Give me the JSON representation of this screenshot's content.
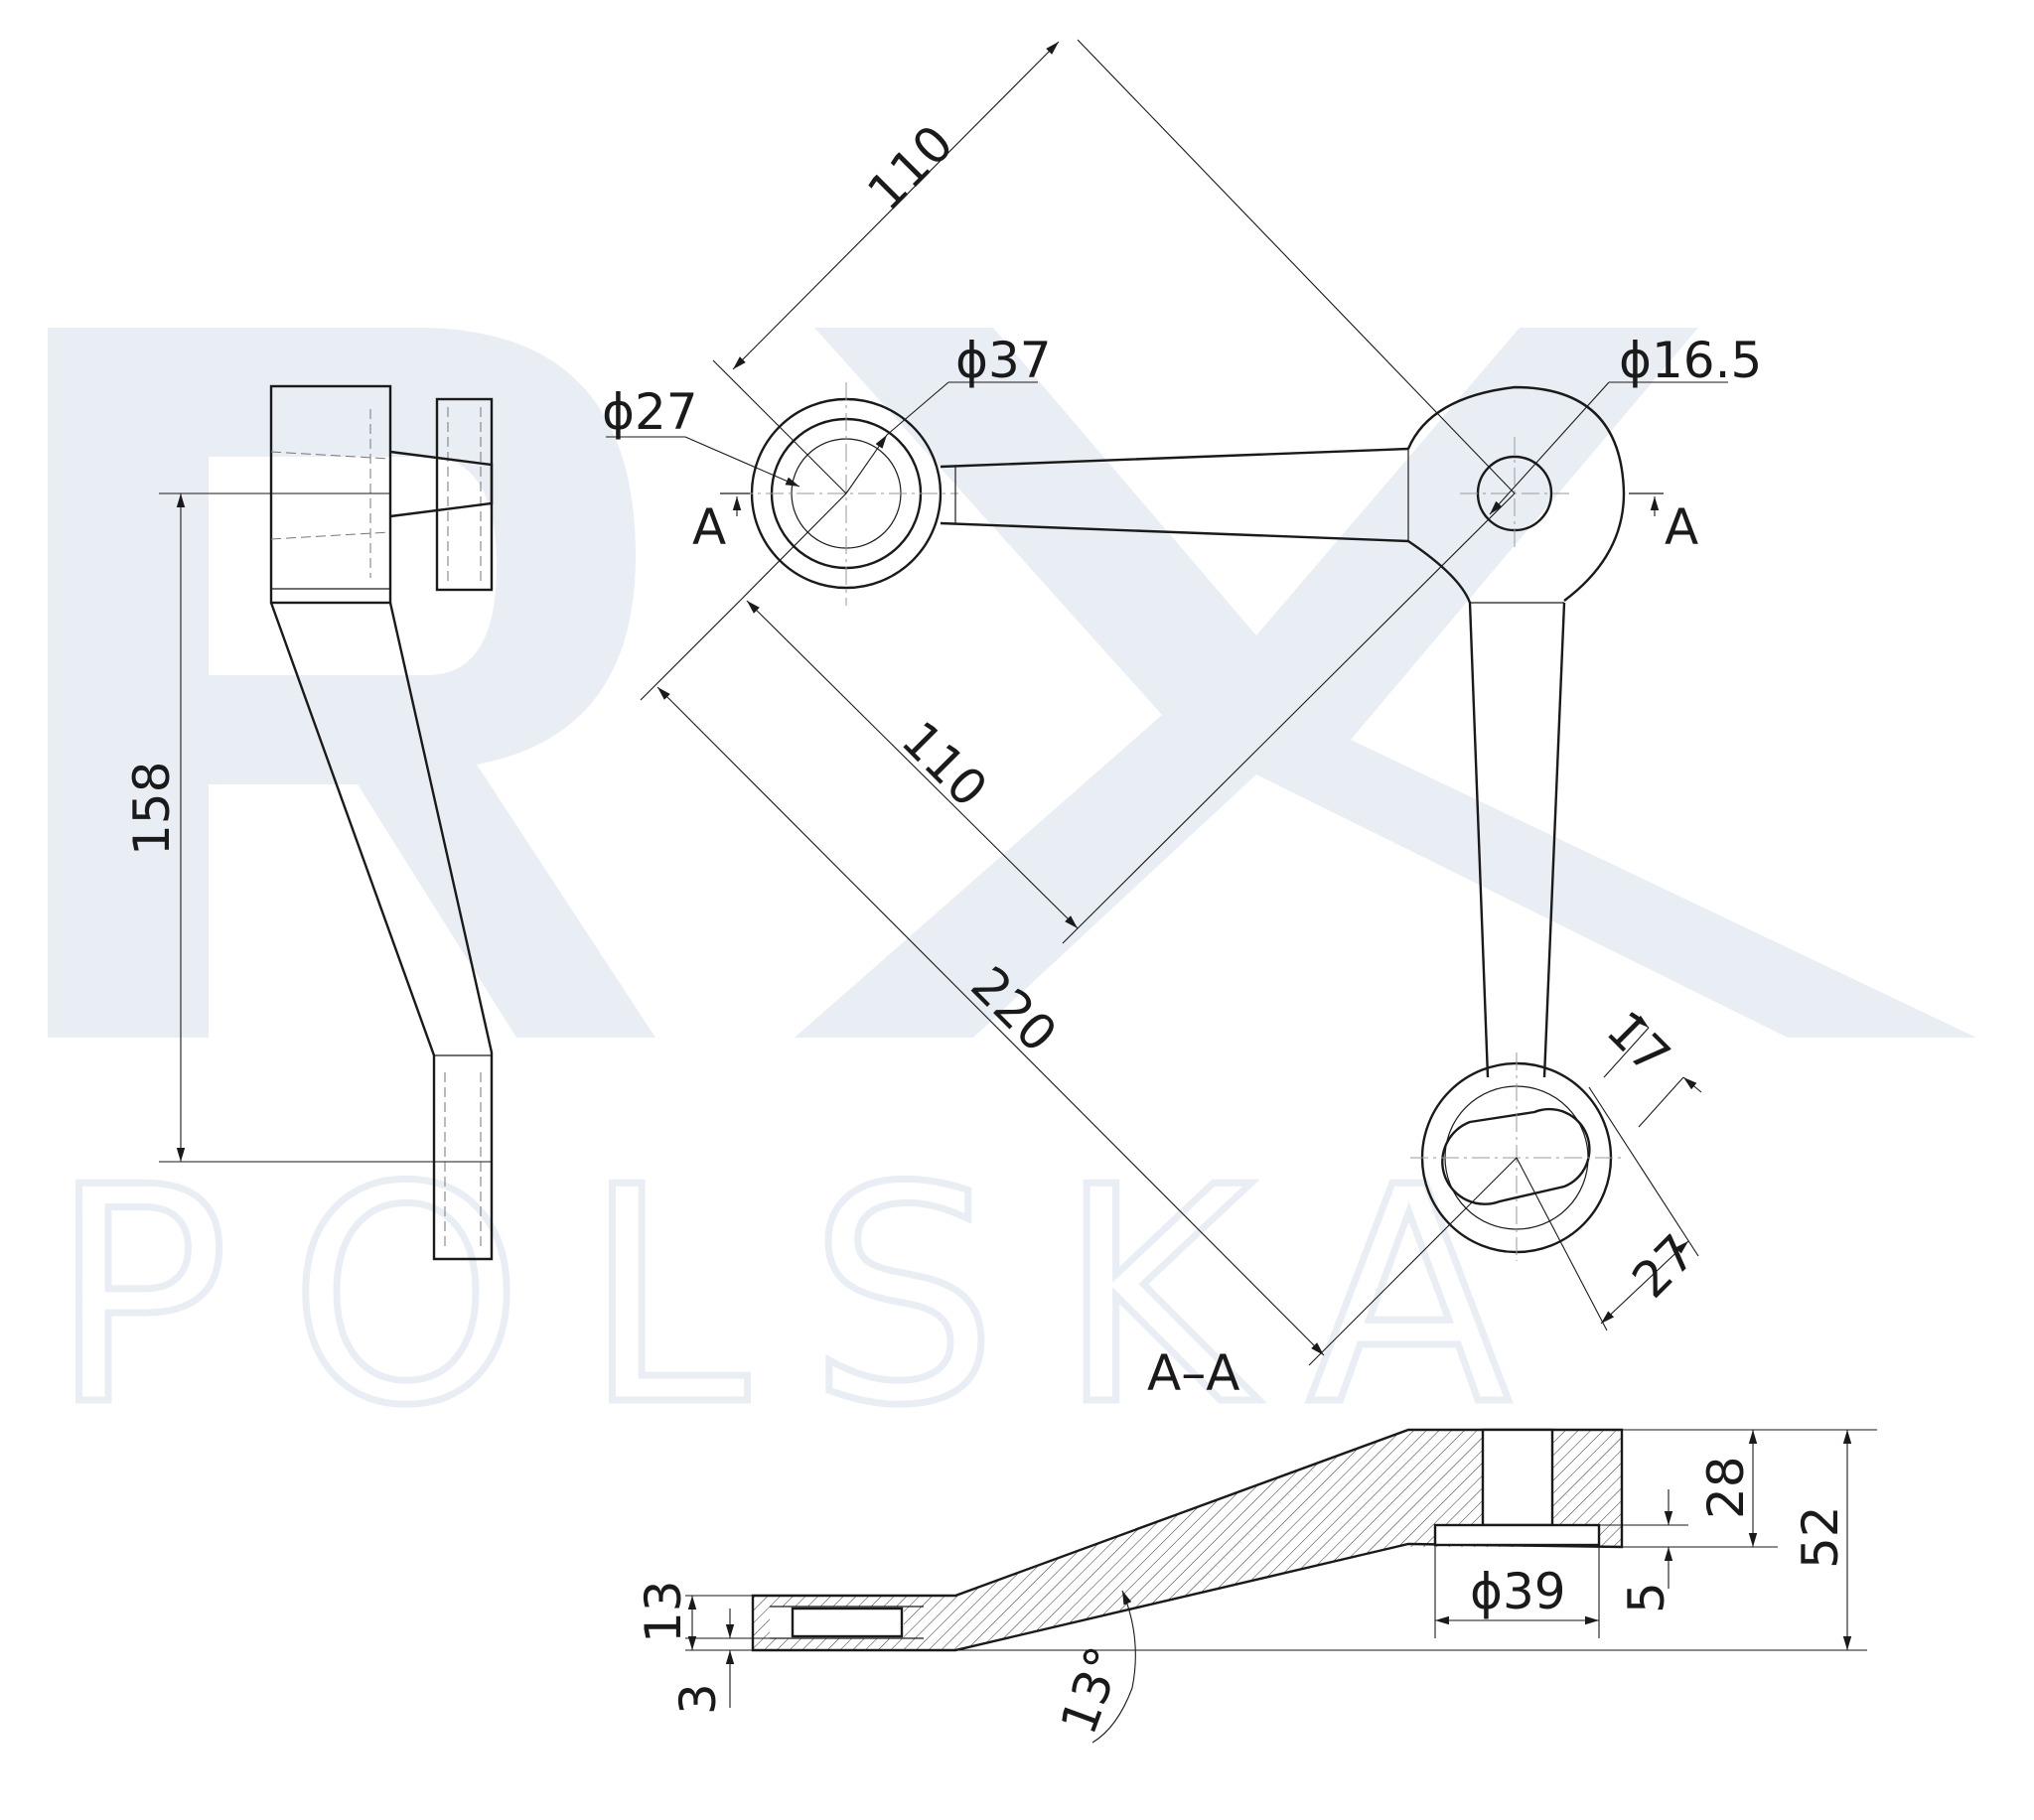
{
  "watermark": {
    "line1": "RX",
    "line2": "POLSKA"
  },
  "labels": {
    "dim_110_top": "110",
    "dim_110_mid": "110",
    "dim_220": "220",
    "dia_37": "ϕ37",
    "dia_27": "ϕ27",
    "dia_16_5": "ϕ16.5",
    "dim_17": "17",
    "dim_27": "27",
    "dim_158": "158",
    "section_left": "A",
    "section_right": "A",
    "section_title": "A–A",
    "dim_28": "28",
    "dim_52": "52",
    "dia_39": "ϕ39",
    "dim_5": "5",
    "dim_13": "13",
    "dim_3": "3",
    "angle_13": "13°"
  }
}
